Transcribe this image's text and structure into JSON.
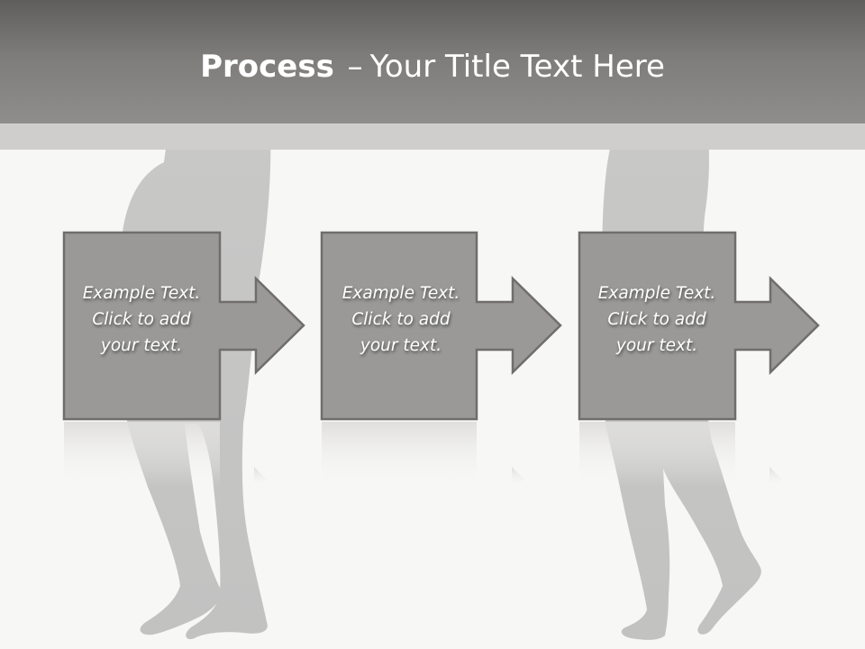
{
  "slide": {
    "title_strong": "Process",
    "title_dash": "–",
    "title_rest": "Your Title Text Here"
  },
  "steps": [
    {
      "text_line1": "Example Text.",
      "text_line2": "Click  to add",
      "text_line3": "your text."
    },
    {
      "text_line1": "Example Text.",
      "text_line2": "Click  to add",
      "text_line3": "your text."
    },
    {
      "text_line1": "Example Text.",
      "text_line2": "Click  to add",
      "text_line3": "your text."
    }
  ],
  "colors": {
    "header_top": "#5f5e5c",
    "header_bottom": "#8f8e8c",
    "band": "#cfcecc",
    "background": "#f7f7f5",
    "shape_fill": "#9a9998",
    "shape_border": "#6f6e6d",
    "silhouette": "#c4c4c3"
  }
}
